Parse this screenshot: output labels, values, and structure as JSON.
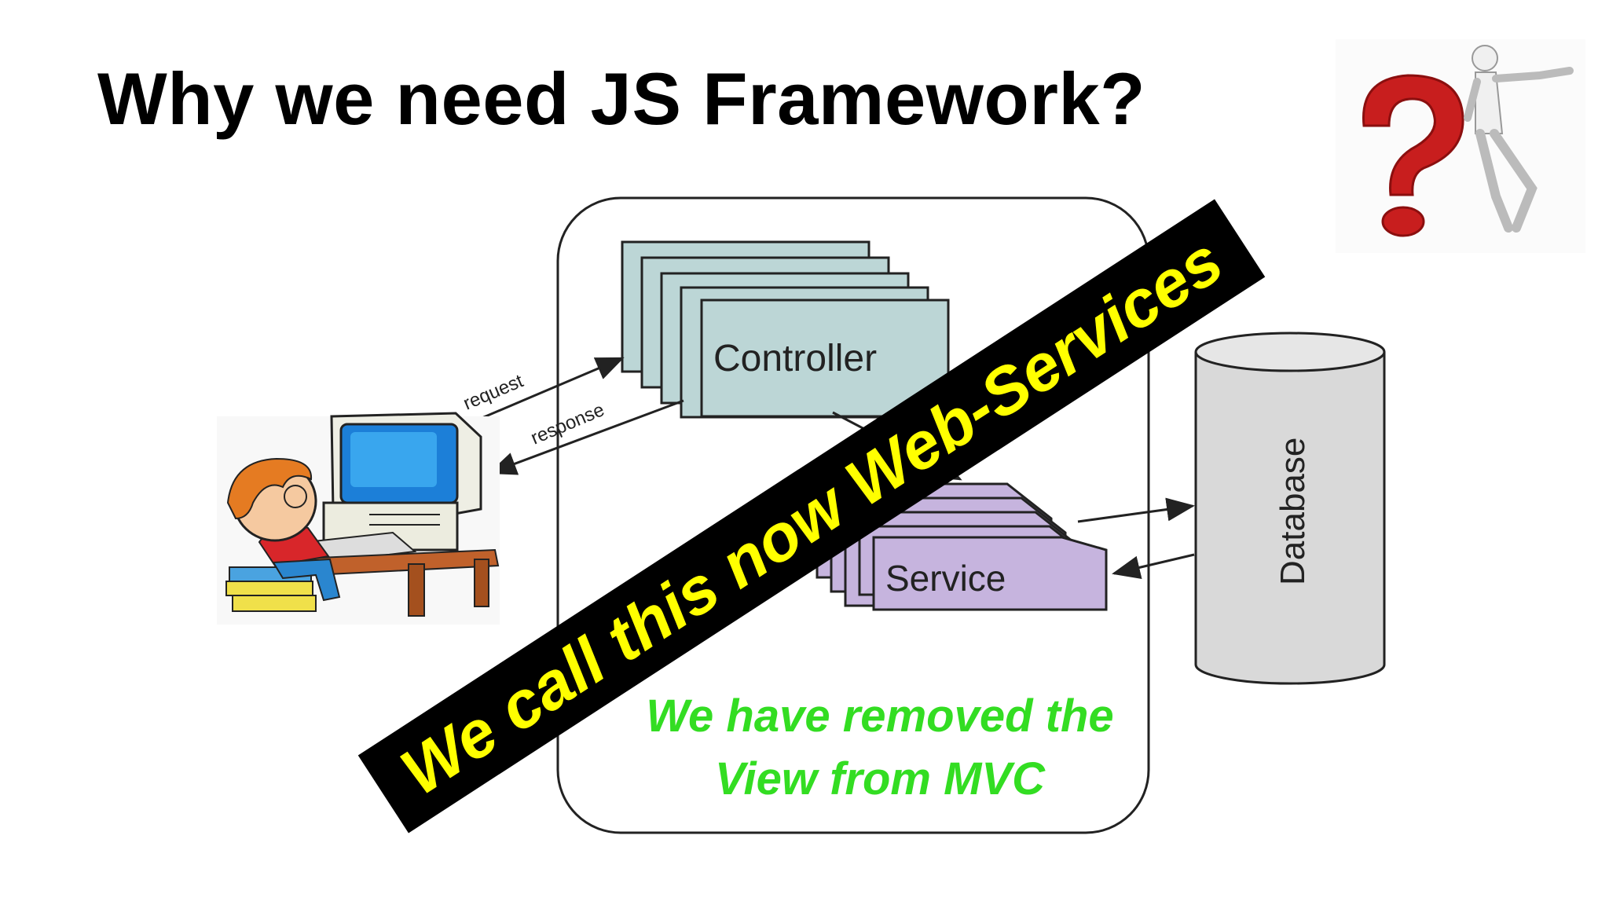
{
  "slide": {
    "title": "Why we need JS Framework?"
  },
  "diagram": {
    "controller_label": "Controller",
    "service_label": "Service",
    "database_label": "Database",
    "request_label": "request",
    "response_label": "response"
  },
  "banner": {
    "text": "We call this now Web-Services"
  },
  "note": {
    "line1": "We have removed the",
    "line2": "View from MVC"
  },
  "colors": {
    "controller_fill": "#bcd6d6",
    "service_fill": "#c6b4de",
    "database_fill": "#d9d9d9",
    "banner_bg": "#000000",
    "banner_text": "#ffff00",
    "note_text": "#33dd22",
    "question_mark": "#c81e1e"
  },
  "icons": {
    "user": "person-at-computer-icon",
    "question": "question-mark-figure-icon"
  }
}
